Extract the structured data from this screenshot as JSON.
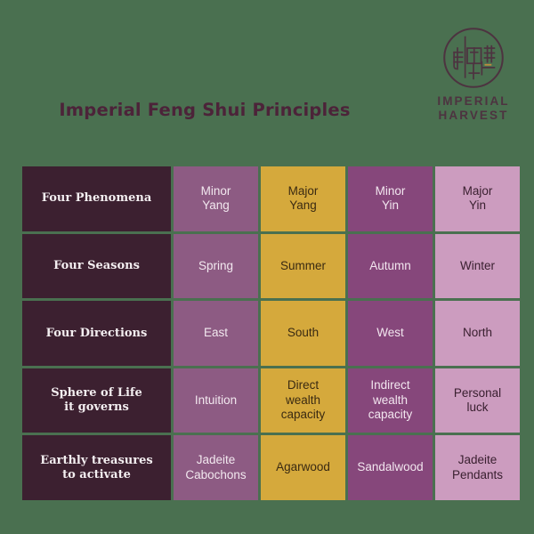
{
  "brand": {
    "logo_icon": "imperial-harvest-circular-seal-icon",
    "wordmark_line1": "IMPERIAL",
    "wordmark_line2": "HARVEST",
    "brand_color": "#4d3340"
  },
  "title": "Imperial Feng Shui Principles",
  "colors": {
    "background": "#4a7050",
    "label_column": "#3c2030",
    "minor_yang": "#8d5b83",
    "major_yang": "#d5a93c",
    "minor_yin": "#86477b",
    "major_yin": "#cc9cbf",
    "title": "#4c2339"
  },
  "table": {
    "row_labels": [
      "Four Phenomena",
      "Four Seasons",
      "Four Directions",
      "Sphere of Life\nit governs",
      "Earthly treasures\nto activate"
    ],
    "columns": [
      "Minor\nYang",
      "Major\nYang",
      "Minor\nYin",
      "Major\nYin"
    ],
    "rows": [
      {
        "label": "Four Phenomena",
        "cells": [
          "Minor\nYang",
          "Major\nYang",
          "Minor\nYin",
          "Major\nYin"
        ]
      },
      {
        "label": "Four Seasons",
        "cells": [
          "Spring",
          "Summer",
          "Autumn",
          "Winter"
        ]
      },
      {
        "label": "Four Directions",
        "cells": [
          "East",
          "South",
          "West",
          "North"
        ]
      },
      {
        "label": "Sphere of Life\nit governs",
        "cells": [
          "Intuition",
          "Direct\nwealth\ncapacity",
          "Indirect\nwealth\ncapacity",
          "Personal\nluck"
        ]
      },
      {
        "label": "Earthly treasures\nto activate",
        "cells": [
          "Jadeite\nCabochons",
          "Agarwood",
          "Sandalwood",
          "Jadeite\nPendants"
        ]
      }
    ]
  }
}
